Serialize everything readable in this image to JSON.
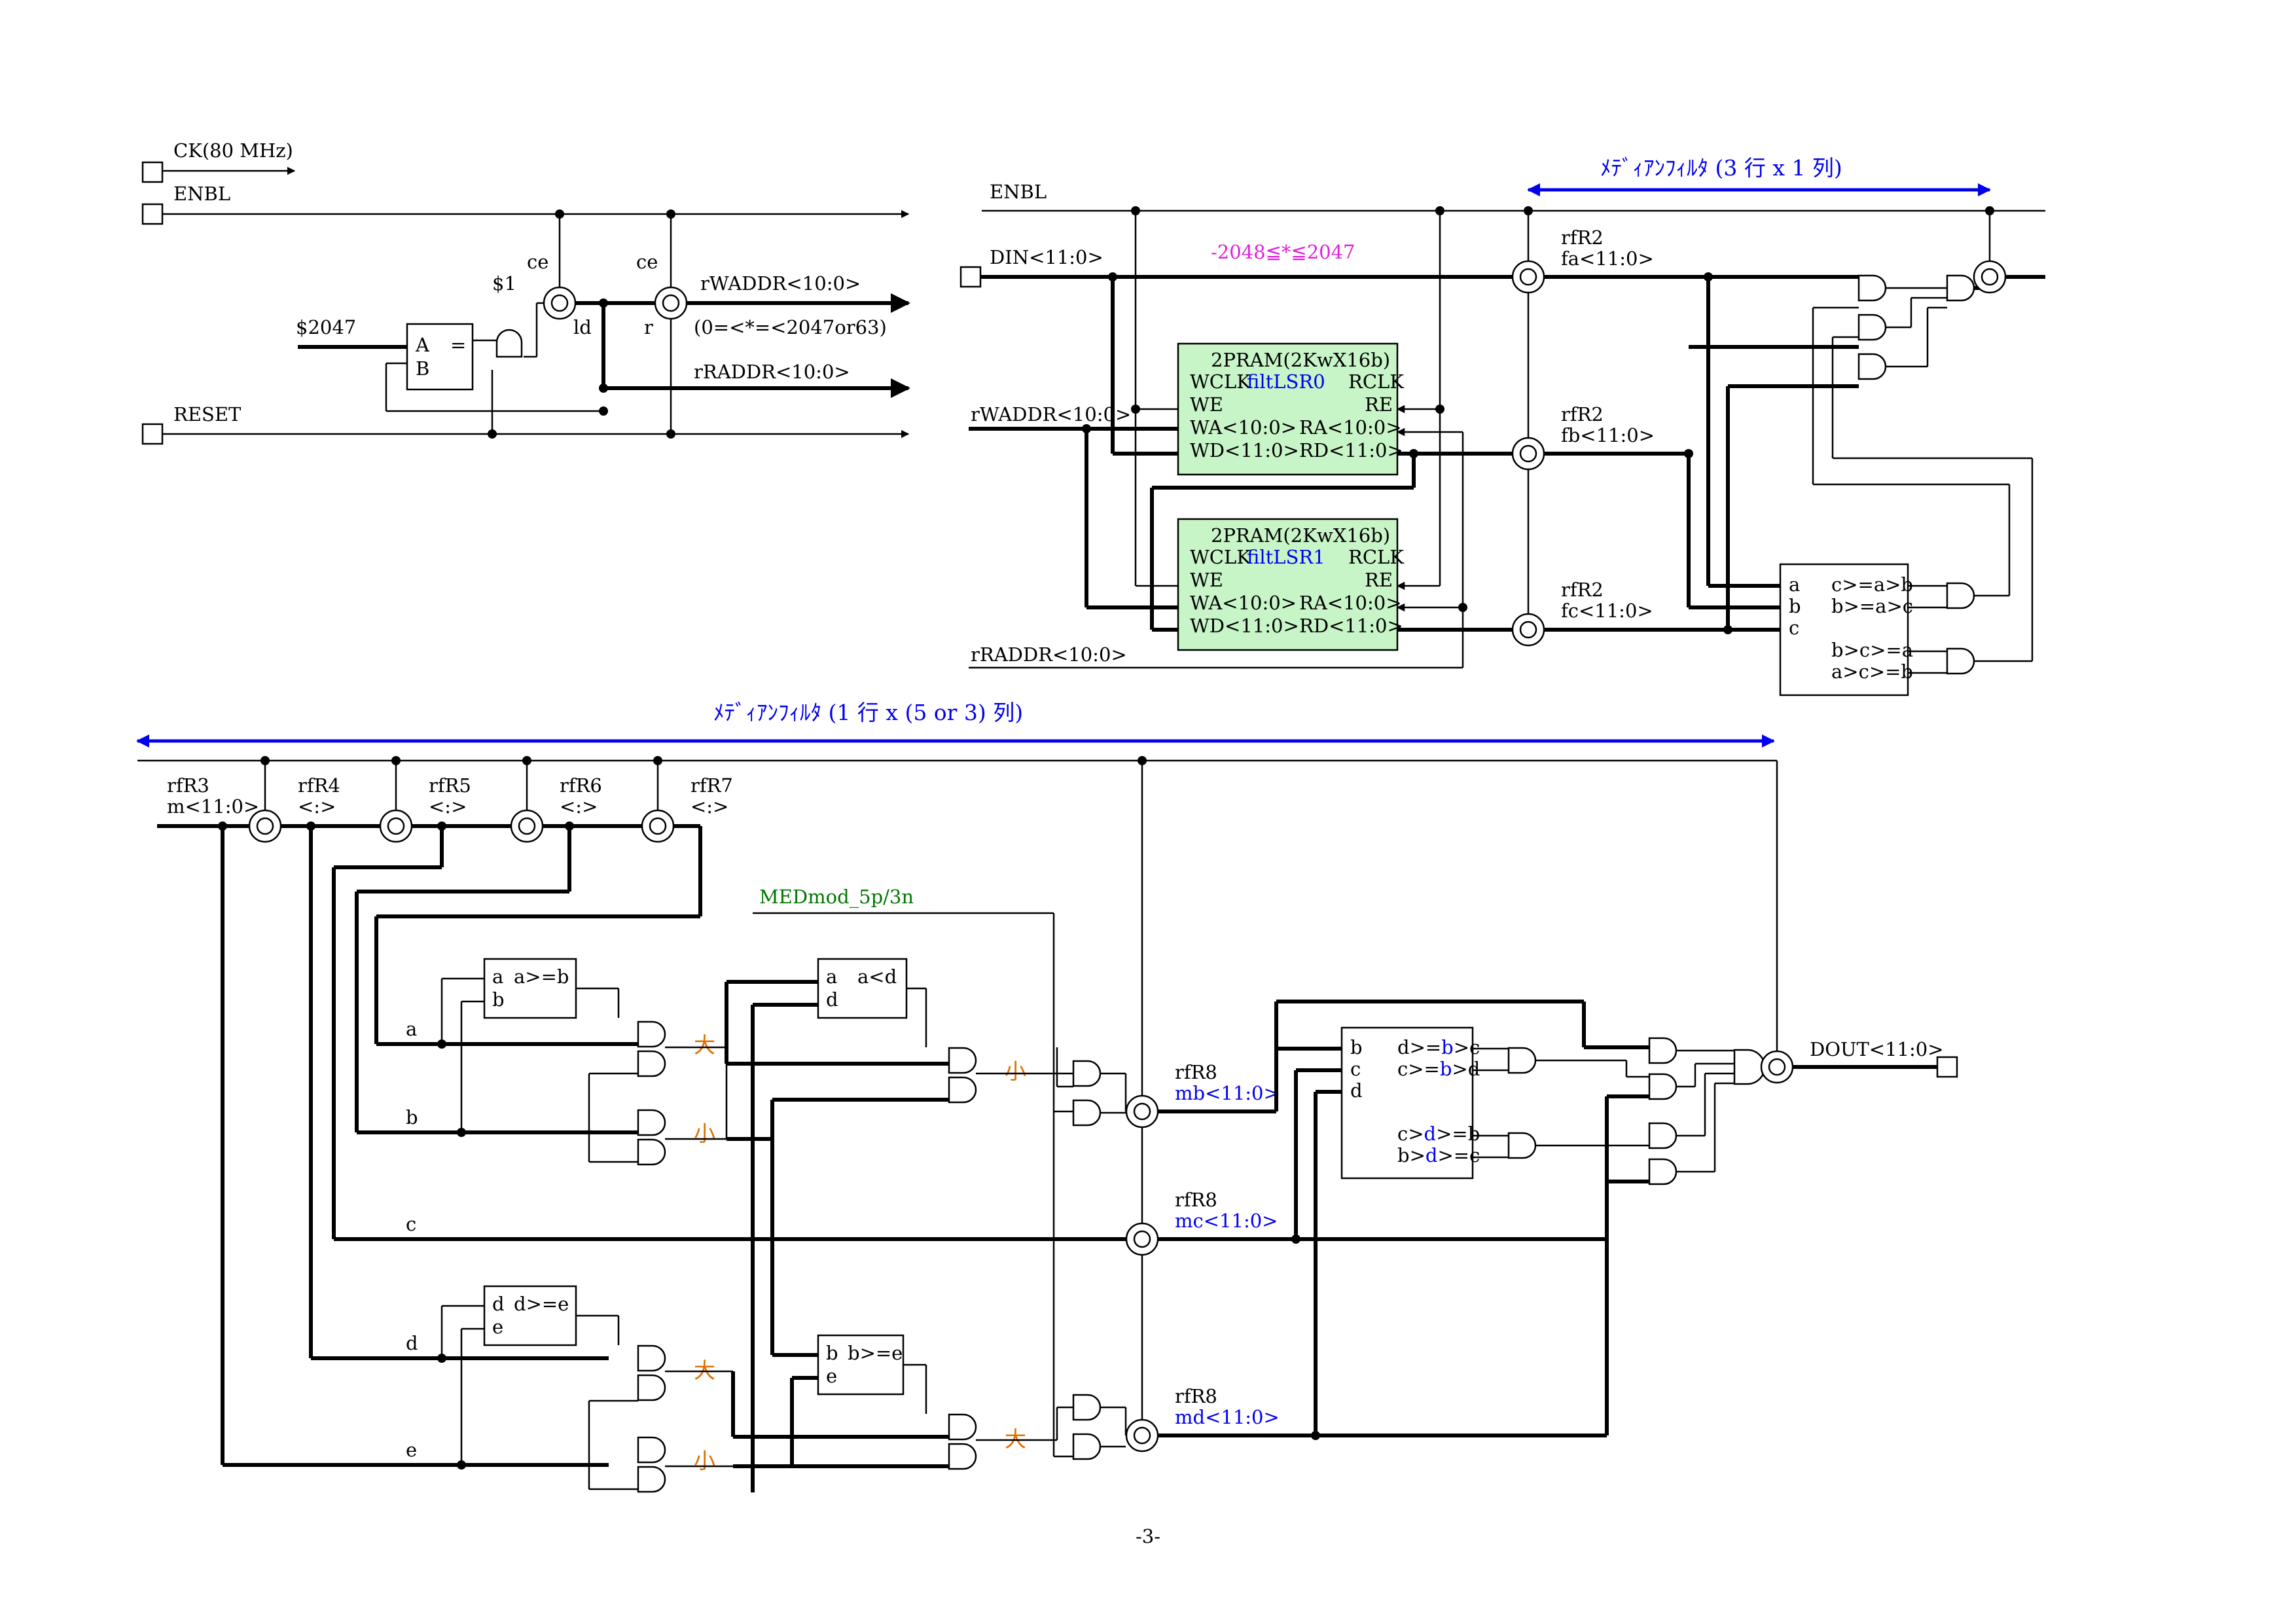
{
  "clock": {
    "ck_label": "CK(80 MHz)",
    "enbl_label": "ENBL",
    "reset_label": "RESET"
  },
  "counter": {
    "ce1": "ce",
    "ce2": "ce",
    "s1": "$1",
    "ld": "ld",
    "r": "r",
    "const": "$2047",
    "cmp_a": "A",
    "cmp_eq": "=",
    "cmp_b": "B",
    "waddr": "rWADDR<10:0>",
    "range": "(0=<*=<2047or63)",
    "raddr": "rRADDR<10:0>"
  },
  "top_filter": {
    "title": "ﾒﾃﾞｨｱﾝﾌｨﾙﾀ (3 行 x 1 列)",
    "enbl": "ENBL",
    "din": "DIN<11:0>",
    "din_range": "-2048≦*≦2047",
    "waddr": "rWADDR<10:0>",
    "raddr": "rRADDR<10:0>",
    "rams": [
      {
        "title": "2PRAM(2KwX16b)",
        "wclk": "WCLK",
        "name": "filtLSR0",
        "rclk": "RCLK",
        "we": "WE",
        "re": "RE",
        "wa": "WA<10:0>",
        "ra": "RA<10:0>",
        "wd": "WD<11:0>",
        "rd": "RD<11:0>"
      },
      {
        "title": "2PRAM(2KwX16b)",
        "wclk": "WCLK",
        "name": "filtLSR1",
        "rclk": "RCLK",
        "we": "WE",
        "re": "RE",
        "wa": "WA<10:0>",
        "ra": "RA<10:0>",
        "wd": "WD<11:0>",
        "rd": "RD<11:0>"
      }
    ],
    "regs": [
      {
        "name": "rfR2",
        "sig": "fa<11:0>"
      },
      {
        "name": "rfR2",
        "sig": "fb<11:0>"
      },
      {
        "name": "rfR2",
        "sig": "fc<11:0>"
      }
    ],
    "cmp": {
      "a": "a",
      "b": "b",
      "c": "c",
      "o1": "c>=a>b",
      "o2": "b>=a>c",
      "o3": "b>c>=a",
      "o4": "a>c>=b"
    }
  },
  "bottom_filter": {
    "title": "ﾒﾃﾞｨｱﾝﾌｨﾙﾀ (1 行 x (5 or 3) 列)",
    "regs": [
      {
        "name": "rfR3",
        "sig": "m<11:0>"
      },
      {
        "name": "rfR4",
        "sig": "<:>"
      },
      {
        "name": "rfR5",
        "sig": "<:>"
      },
      {
        "name": "rfR6",
        "sig": "<:>"
      },
      {
        "name": "rfR7",
        "sig": "<:>"
      }
    ],
    "module": "MEDmod_5p/3n",
    "inputs": [
      "a",
      "b",
      "c",
      "d",
      "e"
    ],
    "cmp_ab": {
      "a": "a",
      "o": "a>=b",
      "b": "b"
    },
    "cmp_ad": {
      "a": "a",
      "o": "a<d",
      "d": "d"
    },
    "cmp_de": {
      "d": "d",
      "o": "d>=e",
      "e": "e"
    },
    "cmp_be": {
      "b": "b",
      "o": "b>=e",
      "e": "e"
    },
    "big": "大",
    "small": "小",
    "r8": [
      {
        "name": "rfR8",
        "sig": "mb<11:0>"
      },
      {
        "name": "rfR8",
        "sig": "mc<11:0>"
      },
      {
        "name": "rfR8",
        "sig": "md<11:0>"
      }
    ],
    "cmp3": {
      "b": "b",
      "c": "c",
      "d": "d",
      "o1a": "d>=",
      "o1b": "b",
      "o1c": ">c",
      "o2a": "c>=",
      "o2b": "b",
      "o2c": ">d",
      "o3a": "c>",
      "o3b": "d",
      "o3c": ">=b",
      "o4a": "b>",
      "o4b": "d",
      "o4c": ">=c"
    },
    "dout": "DOUT<11:0>"
  },
  "page_number": "-3-",
  "colors": {
    "ram_fill": "#c8f5c8",
    "arrow": "#0000ee",
    "label_blue": "#0000ee",
    "magenta": "#e020e0",
    "green": "#007700",
    "orange": "#e07000"
  }
}
